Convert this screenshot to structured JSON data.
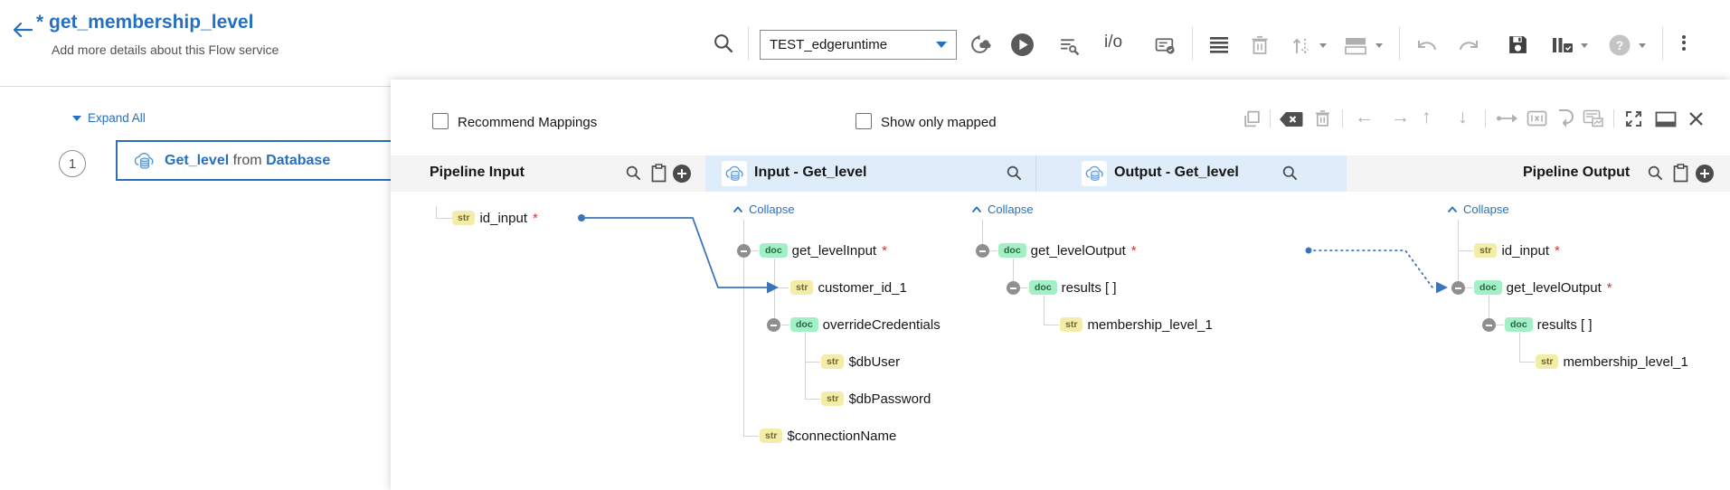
{
  "header": {
    "title": "* get_membership_level",
    "subtitle": "Add more details about this Flow service",
    "runtime_value": "TEST_edgeruntime",
    "io_label": "i/o"
  },
  "left_panel": {
    "expand_all_label": "Expand All",
    "step_number": "1",
    "step_name": "Get_level",
    "step_join": "from",
    "step_source": "Database"
  },
  "mapping": {
    "recommend_label": "Recommend Mappings",
    "show_mapped_label": "Show only mapped",
    "collapse_label": "Collapse",
    "required_mark": "*",
    "col1": {
      "title": "Pipeline Input"
    },
    "col2": {
      "title": "Input - Get_level"
    },
    "col3": {
      "title": "Output - Get_level"
    },
    "col4": {
      "title": "Pipeline Output"
    },
    "pipeline_input": {
      "n1": {
        "tag": "str",
        "label": "id_input",
        "required": true
      }
    },
    "input_tree": {
      "n1": {
        "tag": "doc",
        "label": "get_levelInput",
        "required": true
      },
      "n2": {
        "tag": "str",
        "label": "customer_id_1"
      },
      "n3": {
        "tag": "doc",
        "label": "overrideCredentials"
      },
      "n4": {
        "tag": "str",
        "label": "$dbUser"
      },
      "n5": {
        "tag": "str",
        "label": "$dbPassword"
      },
      "n6": {
        "tag": "str",
        "label": "$connectionName"
      }
    },
    "output_tree": {
      "n1": {
        "tag": "doc",
        "label": "get_levelOutput",
        "required": true
      },
      "n2": {
        "tag": "doc",
        "label": "results [ ]"
      },
      "n3": {
        "tag": "str",
        "label": "membership_level_1"
      }
    },
    "pipeline_output": {
      "n1": {
        "tag": "str",
        "label": "id_input",
        "required": true
      },
      "n2": {
        "tag": "doc",
        "label": "get_levelOutput",
        "required": true
      },
      "n3": {
        "tag": "doc",
        "label": "results [ ]"
      },
      "n4": {
        "tag": "str",
        "label": "membership_level_1"
      }
    },
    "links": [
      {
        "from": "Pipeline Input / id_input",
        "to": "Input - Get_level / customer_id_1",
        "style": "solid"
      },
      {
        "from": "Output - Get_level / get_levelOutput",
        "to": "Pipeline Output / get_levelOutput",
        "style": "dotted"
      }
    ]
  },
  "colors": {
    "accent_blue": "#2570c0",
    "mapping_line": "#3c74bc",
    "str_tag_bg": "#f3eda9",
    "doc_tag_bg": "#a4f0c6",
    "required_red": "#d13438",
    "band_gray": "#f4f4f4",
    "band_blue": "#dfecf9"
  }
}
